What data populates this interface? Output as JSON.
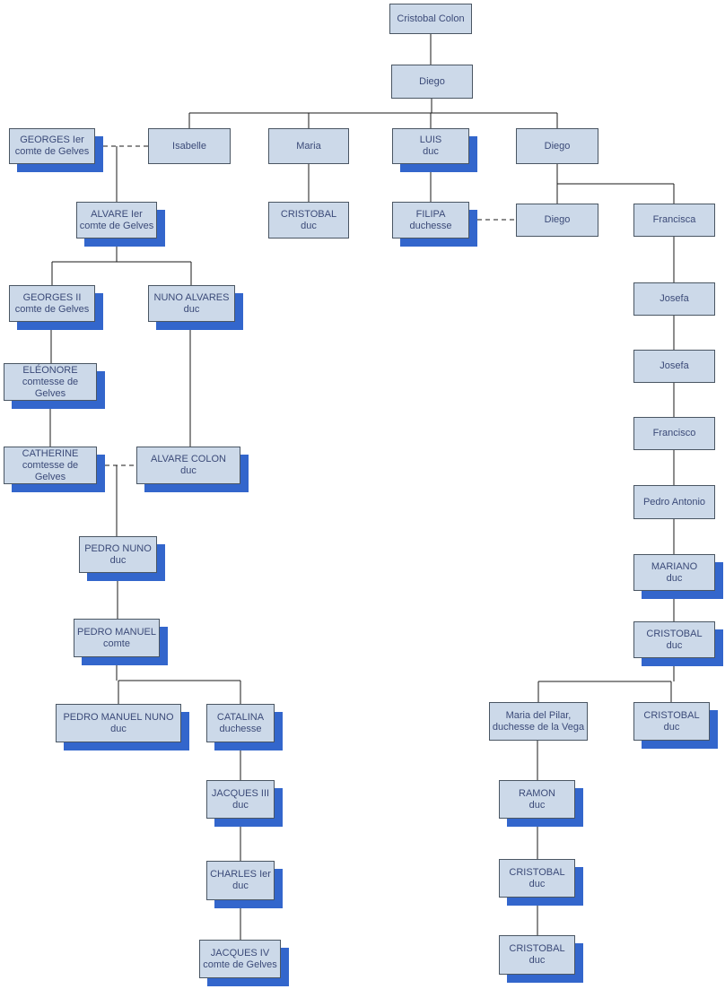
{
  "colors": {
    "box-fill": "#ccd9e9",
    "box-border": "#4a5663",
    "shadow": "#3366cc",
    "text": "#3b4a78",
    "line": "#1a1a1a"
  },
  "nodes": [
    {
      "id": "colon",
      "name": "Cristobal Colon",
      "title": "",
      "shadow": false
    },
    {
      "id": "diego1",
      "name": "Diego",
      "title": "",
      "shadow": false
    },
    {
      "id": "georges1",
      "name": "GEORGES Ier",
      "title": "comte de Gelves",
      "shadow": true
    },
    {
      "id": "isabelle",
      "name": "Isabelle",
      "title": "",
      "shadow": false
    },
    {
      "id": "maria",
      "name": "Maria",
      "title": "",
      "shadow": false
    },
    {
      "id": "luis",
      "name": "LUIS",
      "title": "duc",
      "shadow": true
    },
    {
      "id": "diego2",
      "name": "Diego",
      "title": "",
      "shadow": false
    },
    {
      "id": "alvare1",
      "name": "ALVARE Ier",
      "title": "comte de Gelves",
      "shadow": true
    },
    {
      "id": "cristobal1",
      "name": "CRISTOBAL",
      "title": "duc",
      "shadow": false
    },
    {
      "id": "filipa",
      "name": "FILIPA",
      "title": "duchesse",
      "shadow": true
    },
    {
      "id": "diego3",
      "name": "Diego",
      "title": "",
      "shadow": false
    },
    {
      "id": "francisca",
      "name": "Francisca",
      "title": "",
      "shadow": false
    },
    {
      "id": "georges2",
      "name": "GEORGES II",
      "title": "comte de Gelves",
      "shadow": true
    },
    {
      "id": "nuno",
      "name": "NUNO ALVARES",
      "title": "duc",
      "shadow": true
    },
    {
      "id": "josefa1",
      "name": "Josefa",
      "title": "",
      "shadow": false
    },
    {
      "id": "eleonore",
      "name": "ELÉONORE",
      "title": "comtesse de Gelves",
      "shadow": true
    },
    {
      "id": "josefa2",
      "name": "Josefa",
      "title": "",
      "shadow": false
    },
    {
      "id": "catherine",
      "name": "CATHERINE",
      "title": "comtesse de Gelves",
      "shadow": true
    },
    {
      "id": "alvarecolon",
      "name": "ALVARE COLON",
      "title": "duc",
      "shadow": true
    },
    {
      "id": "francisco",
      "name": "Francisco",
      "title": "",
      "shadow": false
    },
    {
      "id": "pedroantonio",
      "name": "Pedro Antonio",
      "title": "",
      "shadow": false
    },
    {
      "id": "pedronuno",
      "name": "PEDRO NUNO",
      "title": "duc",
      "shadow": true
    },
    {
      "id": "mariano",
      "name": "MARIANO",
      "title": "duc",
      "shadow": true
    },
    {
      "id": "pedromanuel",
      "name": "PEDRO MANUEL",
      "title": "comte",
      "shadow": true
    },
    {
      "id": "cristobal2",
      "name": "CRISTOBAL",
      "title": "duc",
      "shadow": true
    },
    {
      "id": "pmn",
      "name": "PEDRO MANUEL NUNO",
      "title": "duc",
      "shadow": true
    },
    {
      "id": "catalina",
      "name": "CATALINA",
      "title": "duchesse",
      "shadow": true
    },
    {
      "id": "pilar",
      "name": "Maria del Pilar,",
      "title": "duchesse de la Vega",
      "shadow": false
    },
    {
      "id": "cristobal3",
      "name": "CRISTOBAL",
      "title": "duc",
      "shadow": true
    },
    {
      "id": "jacques3",
      "name": "JACQUES III",
      "title": "duc",
      "shadow": true
    },
    {
      "id": "ramon",
      "name": "RAMON",
      "title": "duc",
      "shadow": true
    },
    {
      "id": "charles1",
      "name": "CHARLES Ier",
      "title": "duc",
      "shadow": true
    },
    {
      "id": "cristobal4",
      "name": "CRISTOBAL",
      "title": "duc",
      "shadow": true
    },
    {
      "id": "jacques4",
      "name": "JACQUES IV",
      "title": "comte de Gelves",
      "shadow": true
    },
    {
      "id": "cristobal5",
      "name": "CRISTOBAL",
      "title": "duc",
      "shadow": true
    }
  ],
  "edges": {
    "descent": [
      [
        "colon",
        "diego1"
      ],
      [
        "diego1",
        "isabelle"
      ],
      [
        "diego1",
        "maria"
      ],
      [
        "diego1",
        "luis"
      ],
      [
        "diego1",
        "diego2"
      ],
      [
        "isabelle",
        "alvare1"
      ],
      [
        "maria",
        "cristobal1"
      ],
      [
        "luis",
        "filipa"
      ],
      [
        "diego2",
        "diego3"
      ],
      [
        "diego2",
        "francisca"
      ],
      [
        "alvare1",
        "georges2"
      ],
      [
        "alvare1",
        "nuno"
      ],
      [
        "georges2",
        "eleonore"
      ],
      [
        "eleonore",
        "catherine"
      ],
      [
        "nuno",
        "alvarecolon"
      ],
      [
        "alvarecolon",
        "pedronuno"
      ],
      [
        "pedronuno",
        "pedromanuel"
      ],
      [
        "pedromanuel",
        "pmn"
      ],
      [
        "pedromanuel",
        "catalina"
      ],
      [
        "catalina",
        "jacques3"
      ],
      [
        "jacques3",
        "charles1"
      ],
      [
        "charles1",
        "jacques4"
      ],
      [
        "francisca",
        "josefa1"
      ],
      [
        "josefa1",
        "josefa2"
      ],
      [
        "josefa2",
        "francisco"
      ],
      [
        "francisco",
        "pedroantonio"
      ],
      [
        "pedroantonio",
        "mariano"
      ],
      [
        "mariano",
        "cristobal2"
      ],
      [
        "cristobal2",
        "pilar"
      ],
      [
        "cristobal2",
        "cristobal3"
      ],
      [
        "pilar",
        "ramon"
      ],
      [
        "ramon",
        "cristobal4"
      ],
      [
        "cristobal4",
        "cristobal5"
      ]
    ],
    "marriage": [
      [
        "georges1",
        "isabelle"
      ],
      [
        "filipa",
        "diego3"
      ],
      [
        "catherine",
        "alvarecolon"
      ]
    ]
  }
}
